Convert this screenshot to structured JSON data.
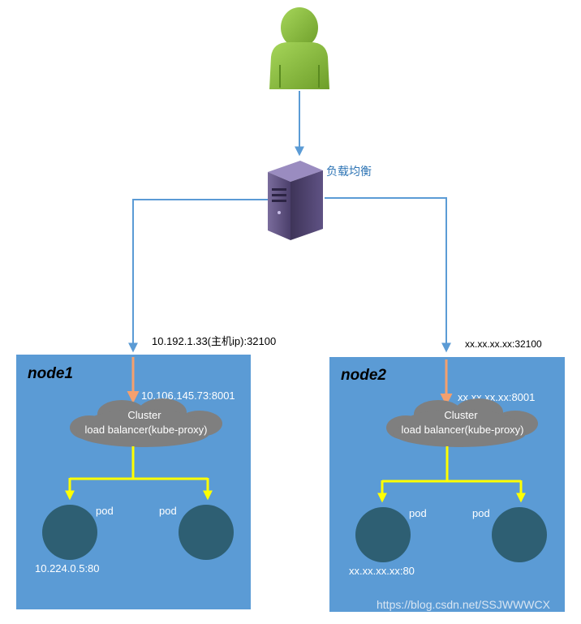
{
  "load_balancer": {
    "label": "负载均衡"
  },
  "entry_labels": {
    "left": "10.192.1.33(主机ip):32100",
    "right": "xx.xx.xx.xx:32100"
  },
  "node1": {
    "title": "node1",
    "cluster_ip": "10.106.145.73:8001",
    "cloud_line1": "Cluster",
    "cloud_line2": "load balancer(kube-proxy)",
    "pod_left_label": "pod",
    "pod_right_label": "pod",
    "pod_ip": "10.224.0.5:80"
  },
  "node2": {
    "title": "node2",
    "cluster_ip": "xx.xx.xx.xx:8001",
    "cloud_line1": "Cluster",
    "cloud_line2": "load balancer(kube-proxy)",
    "pod_left_label": "pod",
    "pod_right_label": "pod",
    "pod_ip": "xx.xx.xx.xx:80"
  },
  "watermark": "https://blog.csdn.net/SSJWWWCX",
  "colors": {
    "node_bg": "#5b9bd5",
    "blue_line": "#5b9bd5",
    "orange_arrow": "#f4a06e",
    "yellow_line": "#ffff00",
    "pod_fill": "#2e5f73",
    "cloud_fill": "#7f7f7f",
    "user_green": "#8dc63f",
    "server_purple": "#5a4d7a",
    "lb_label": "#2f75b5"
  }
}
